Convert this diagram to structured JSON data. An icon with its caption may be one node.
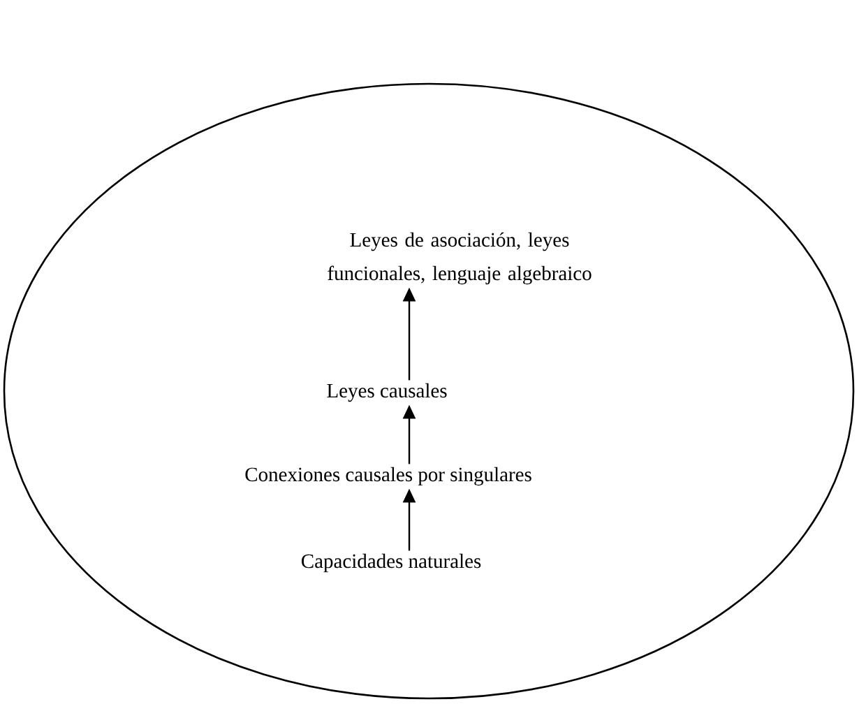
{
  "diagram": {
    "nodes": [
      {
        "text": [],
        "shape": "ellipse"
      },
      {
        "text": [
          "Leyes de asociación, leyes funcionales, lenguaje algebraico"
        ],
        "in": 0
      },
      {
        "text": [
          "Leyes causales"
        ],
        "in": 0
      },
      {
        "text": [
          "Conexiones causales por singulares"
        ],
        "in": 0
      },
      {
        "text": [
          "Capacidades naturales"
        ],
        "in": 0
      }
    ],
    "edges": [
      {
        "from": 4,
        "to": 3,
        "arrow": "to"
      },
      {
        "from": 3,
        "to": 2,
        "arrow": "to"
      },
      {
        "from": 2,
        "to": 1,
        "arrow": "to"
      }
    ]
  }
}
